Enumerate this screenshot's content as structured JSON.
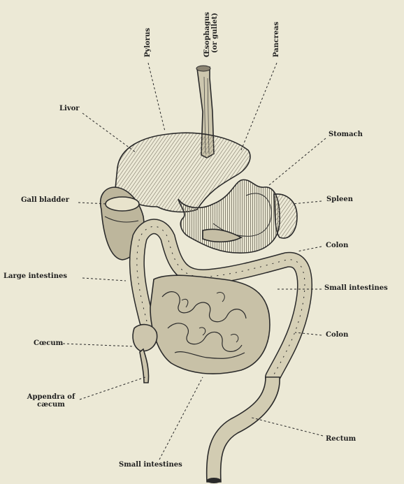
{
  "labels": {
    "pylorus": "Pylorus",
    "oesophagus_1": "Œsophagus",
    "oesophagus_2": "(or gullet)",
    "pancreas": "Pancreas",
    "liver": "Livor",
    "stomach": "Stomach",
    "gall_bladder": "Gall bladder",
    "spleen": "Spleen",
    "colon_upper": "Colon",
    "large_intestines": "Large intestines",
    "small_intestines_right": "Small intestines",
    "caecum": "Cœcum",
    "colon_lower": "Colon",
    "appendix_1": "Appendra of",
    "appendix_2": "cæcum",
    "rectum": "Rectum",
    "small_intestines_bottom": "Small intestines"
  },
  "colors": {
    "background": "#ece9d6",
    "ink": "#1e1e1e",
    "organ_fill": "#d6d0b6",
    "organ_shade": "#9d9684"
  }
}
